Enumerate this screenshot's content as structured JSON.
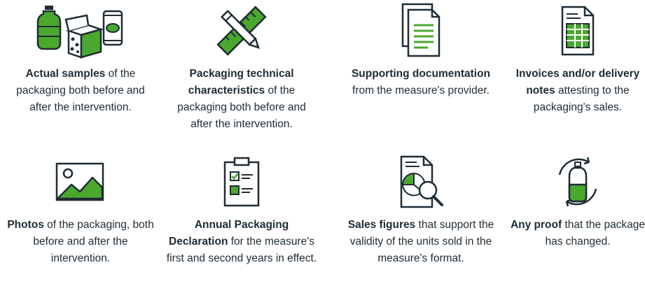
{
  "colors": {
    "accent": "#4aa82e",
    "stroke": "#1e2c35"
  },
  "items": [
    {
      "icon": "bottle-box-can-icon",
      "bold": "Actual samples",
      "rest": " of the packaging both before and after the intervention."
    },
    {
      "icon": "pencil-ruler-icon",
      "bold": "Packaging technical characteristics",
      "rest": " of the packaging both before and after the intervention."
    },
    {
      "icon": "document-pages-icon",
      "bold": "Supporting documentation",
      "rest": " from the measure's provider."
    },
    {
      "icon": "spreadsheet-document-icon",
      "bold": "Invoices and/or delivery notes",
      "rest": " attesting to the packaging's sales."
    },
    {
      "icon": "photo-icon",
      "bold": "Photos",
      "rest": " of the packaging, both before and after the intervention."
    },
    {
      "icon": "clipboard-checklist-icon",
      "bold": "Annual Packaging Declaration",
      "rest": " for the measure's first and second years in effect."
    },
    {
      "icon": "report-magnifier-icon",
      "bold": "Sales figures",
      "rest": " that support the validity of the units sold in the measure's format."
    },
    {
      "icon": "bottle-cycle-icon",
      "bold": "Any proof",
      "rest": " that the package has changed."
    }
  ]
}
